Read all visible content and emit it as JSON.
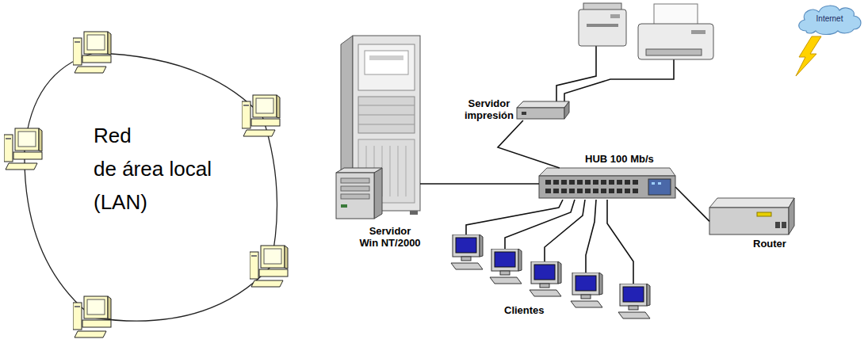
{
  "diagram": {
    "nodes": [
      {
        "text": [
          "Internet"
        ]
      },
      {
        "text": [
          "Servidor impresión"
        ]
      },
      {
        "text": [
          "Servidor Win NT/2000"
        ]
      },
      {
        "text": [
          "HUB 100 Mb/s"
        ]
      },
      {
        "text": [
          "Router"
        ]
      }
    ],
    "edges": [
      {
        "from": 2,
        "to": 3,
        "arrow": "none"
      },
      {
        "from": 1,
        "to": 3,
        "arrow": "none"
      },
      {
        "from": 3,
        "to": 4,
        "arrow": "none"
      }
    ],
    "labels": [
      "Red de área local (LAN)",
      "Clientes"
    ]
  }
}
